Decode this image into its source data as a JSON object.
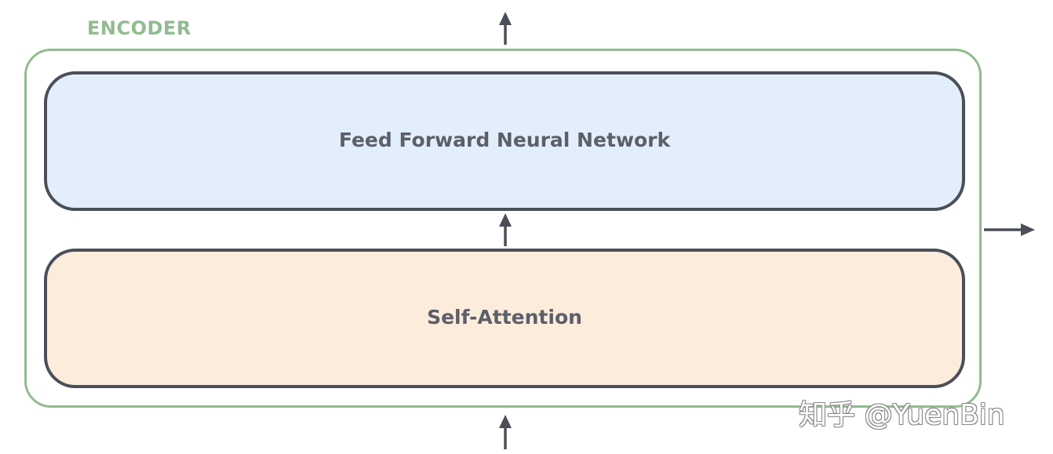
{
  "encoder": {
    "title": "ENCODER",
    "border_color": "#92bb8f"
  },
  "layers": {
    "feed_forward": {
      "label": "Feed Forward Neural Network",
      "fill_color": "#e3eefb"
    },
    "self_attention": {
      "label": "Self-Attention",
      "fill_color": "#fbecdc"
    }
  },
  "watermark": {
    "text": "知乎 @YuenBin"
  },
  "arrows": [
    {
      "name": "input-arrow",
      "direction": "up"
    },
    {
      "name": "between-layers-arrow",
      "direction": "up"
    },
    {
      "name": "output-arrow-top",
      "direction": "up"
    },
    {
      "name": "output-arrow-right",
      "direction": "right"
    }
  ],
  "colors": {
    "stroke": "#4a4e58",
    "label_text": "#5c5f69",
    "background": "#ffffff"
  }
}
